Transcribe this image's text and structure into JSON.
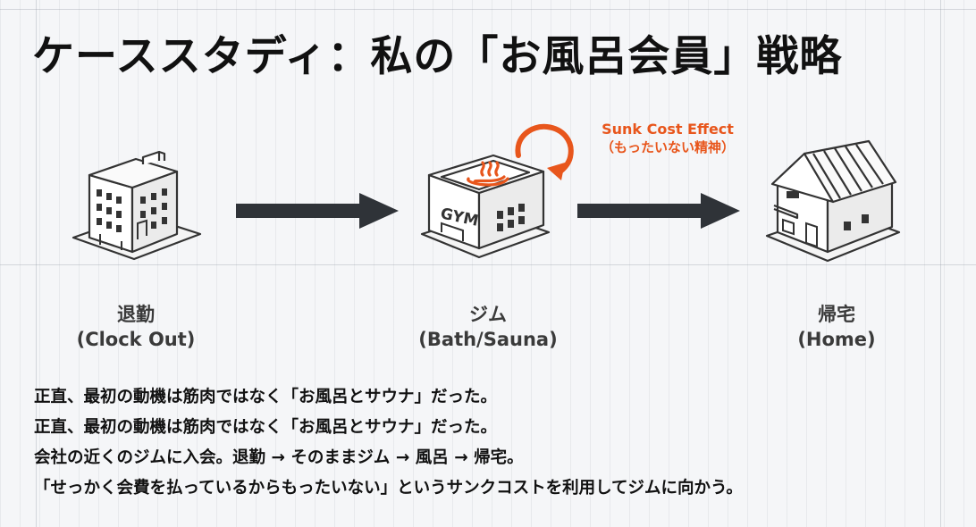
{
  "title": "ケーススタディ：私の「お風呂会員」戦略",
  "flow": [
    {
      "label_jp": "退勤",
      "label_en": "(Clock Out)",
      "icon": "office-building-icon"
    },
    {
      "label_jp": "ジム",
      "label_en": "(Bath/Sauna)",
      "icon": "gym-building-icon",
      "sign": "GYM"
    },
    {
      "label_jp": "帰宅",
      "label_en": "(Home)",
      "icon": "house-icon"
    }
  ],
  "annotation": {
    "title": "Sunk Cost Effect",
    "subtitle": "（もったいない精神）"
  },
  "colors": {
    "accent": "#e8561c",
    "arrow": "#2f3338",
    "text": "#151515"
  },
  "body_lines": [
    "正直、最初の動機は筋肉ではなく「お風呂とサウナ」だった。",
    "正直、最初の動機は筋肉ではなく「お風呂とサウナ」だった。",
    "会社の近くのジムに入会。退勤 → そのままジム → 風呂 → 帰宅。",
    "「せっかく会費を払っているからもったいない」というサンクコストを利用してジムに向かう。"
  ]
}
